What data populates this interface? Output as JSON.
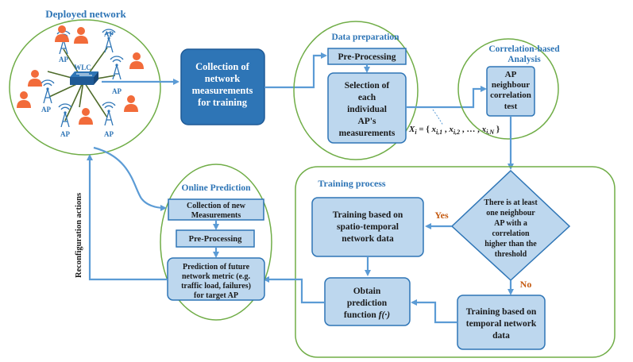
{
  "deployed_network": {
    "title": "Deployed network",
    "wlc_label": "WLC",
    "ap_label": "AP"
  },
  "collection": {
    "line1": "Collection of",
    "line2": "network",
    "line3": "measurements",
    "line4": "for training"
  },
  "data_preparation": {
    "title": "Data preparation",
    "preprocessing": "Pre-Processing",
    "selection": [
      "Selection of",
      "each",
      "individual",
      "AP's",
      "measurements"
    ]
  },
  "correlation_analysis": {
    "title_line1": "Correlation-based",
    "title_line2": "Analysis",
    "box": [
      "AP",
      "neighbour",
      "correlation",
      "test"
    ]
  },
  "formula": {
    "lhs": "X",
    "lhs_sub": "i",
    "eq": " = { ",
    "t1": "x",
    "t1_sub": "i,1",
    "t2": "x",
    "t2_sub": "i,2",
    "dots": " , … , ",
    "t3": "x",
    "t3_sub": "i,N",
    "close": " }"
  },
  "training_process": {
    "title": "Training process",
    "decision": [
      "There is at least",
      "one neighbour",
      "AP with a",
      "correlation",
      "higher than the",
      "threshold"
    ],
    "yes": "Yes",
    "no": "No",
    "spatio": [
      "Training based on",
      "spatio-temporal",
      "network data"
    ],
    "temporal": [
      "Training based on",
      "temporal network",
      "data"
    ],
    "obtain": [
      "Obtain",
      "prediction",
      "function"
    ],
    "func_symbol": "f(·)"
  },
  "online_prediction": {
    "title": "Online Prediction",
    "collection_new": [
      "Collection of new",
      "Measurements"
    ],
    "preprocessing": "Pre-Processing",
    "prediction": [
      "Prediction of future",
      "network metric (e.g.",
      "traffic load, failures)",
      "for target AP"
    ]
  },
  "reconfiguration": "Reconfiguration actions"
}
